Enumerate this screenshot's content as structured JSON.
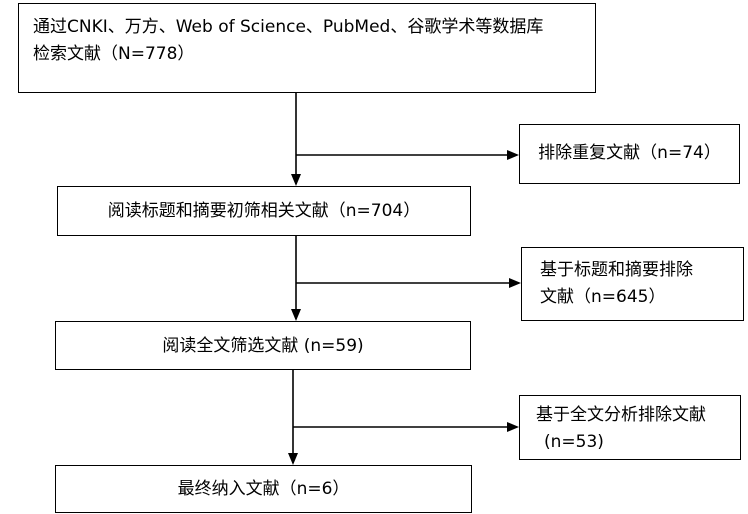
{
  "boxes": {
    "search": {
      "line1": "通过CNKI、万方、Web of Science、PubMed、谷歌学术等数据库",
      "line2": "检索文献（N=778）"
    },
    "screen_title": "阅读标题和摘要初筛相关文献（n=704）",
    "screen_fulltext": "阅读全文筛选文献 (n=59)",
    "final": "最终纳入文献（n=6）"
  },
  "exclusions": {
    "duplicates": "排除重复文献（n=74）",
    "title_abstract": {
      "line1": "基于标题和摘要排除",
      "line2": "文献（n=645）"
    },
    "fulltext": {
      "line1": "基于全文分析排除文献",
      "line2": "(n=53)"
    }
  }
}
